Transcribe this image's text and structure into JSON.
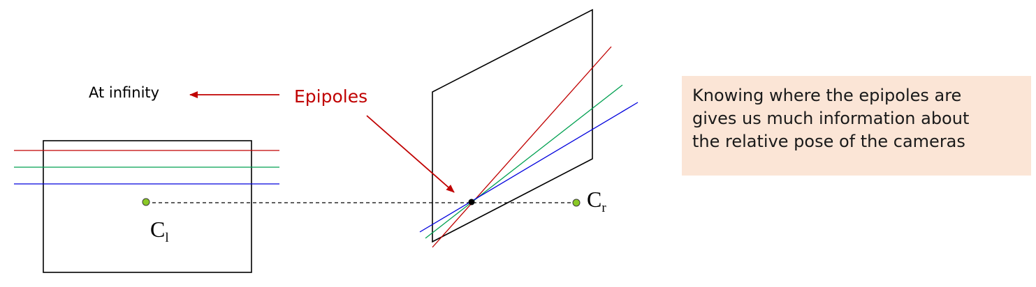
{
  "labels": {
    "at_infinity": "At infinity",
    "epipoles": "Epipoles",
    "left_camera": {
      "base": "C",
      "sub": "l"
    },
    "right_camera": {
      "base": "C",
      "sub": "r"
    }
  },
  "note": {
    "lines": [
      "Knowing where the epipoles are",
      "gives us much information about",
      "the relative pose of the cameras"
    ]
  },
  "colors": {
    "line_red": "#c00000",
    "line_green": "#00a050",
    "line_blue": "#0000dd",
    "arrow": "#c00000",
    "camera_center": "#8ac926",
    "note_background": "#fbe5d6"
  }
}
